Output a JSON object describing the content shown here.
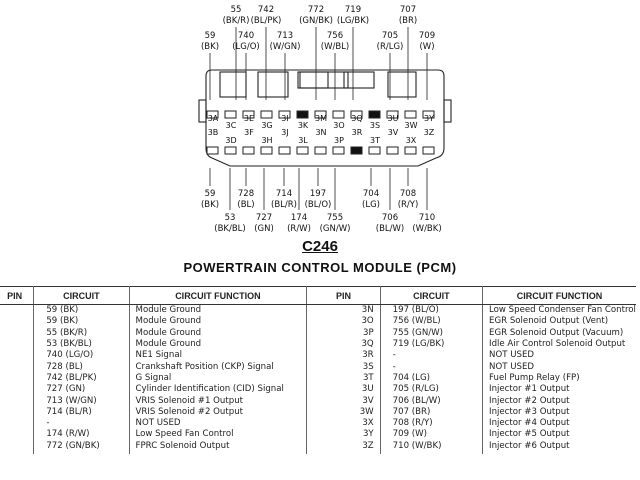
{
  "connector": {
    "code": "C246",
    "title": "POWERTRAIN CONTROL MODULE (PCM)",
    "top_wires": [
      {
        "num": "59",
        "color": "(BK)"
      },
      {
        "num": "55",
        "color": "(BK/R)"
      },
      {
        "num": "740",
        "color": "(LG/O)"
      },
      {
        "num": "742",
        "color": "(BL/PK)"
      },
      {
        "num": "713",
        "color": "(W/GN)"
      },
      {
        "num": "772",
        "color": "(GN/BK)"
      },
      {
        "num": "756",
        "color": "(W/BL)"
      },
      {
        "num": "719",
        "color": "(LG/BK)"
      },
      {
        "num": "705",
        "color": "(R/LG)"
      },
      {
        "num": "707",
        "color": "(BR)"
      },
      {
        "num": "709",
        "color": "(W)"
      }
    ],
    "bottom_wires": [
      {
        "num": "59",
        "color": "(BK)"
      },
      {
        "num": "53",
        "color": "(BK/BL)"
      },
      {
        "num": "728",
        "color": "(BL)"
      },
      {
        "num": "727",
        "color": "(GN)"
      },
      {
        "num": "714",
        "color": "(BL/R)"
      },
      {
        "num": "174",
        "color": "(R/W)"
      },
      {
        "num": "197",
        "color": "(BL/O)"
      },
      {
        "num": "755",
        "color": "(GN/W)"
      },
      {
        "num": "704",
        "color": "(LG)"
      },
      {
        "num": "706",
        "color": "(BL/W)"
      },
      {
        "num": "708",
        "color": "(R/Y)"
      },
      {
        "num": "710",
        "color": "(W/BK)"
      }
    ],
    "row1_pins": [
      "3A",
      "3C",
      "3E",
      "3G",
      "3I",
      "3K",
      "3M",
      "3O",
      "3Q",
      "3S",
      "3U",
      "3W",
      "3Y"
    ],
    "row2_pins": [
      "3B",
      "3D",
      "3F",
      "3H",
      "3J",
      "3L",
      "3N",
      "3P",
      "3R",
      "3T",
      "3V",
      "3X",
      "3Z"
    ]
  },
  "table": {
    "headers": [
      "PIN",
      "CIRCUIT",
      "CIRCUIT FUNCTION",
      "PIN",
      "CIRCUIT",
      "CIRCUIT FUNCTION"
    ],
    "left": [
      {
        "circuit": "59 (BK)",
        "function": "Module Ground"
      },
      {
        "circuit": "59 (BK)",
        "function": "Module Ground"
      },
      {
        "circuit": "55 (BK/R)",
        "function": "Module Ground"
      },
      {
        "circuit": "53 (BK/BL)",
        "function": "Module Ground"
      },
      {
        "circuit": "740 (LG/O)",
        "function": "NE1 Signal"
      },
      {
        "circuit": "728 (BL)",
        "function": "Crankshaft Position (CKP) Signal"
      },
      {
        "circuit": "742 (BL/PK)",
        "function": "G Signal"
      },
      {
        "circuit": "727 (GN)",
        "function": "Cylinder Identification (CID) Signal"
      },
      {
        "circuit": "713 (W/GN)",
        "function": "VRIS Solenoid #1 Output"
      },
      {
        "circuit": "714 (BL/R)",
        "function": "VRIS Solenoid #2 Output"
      },
      {
        "circuit": "-",
        "function": "NOT USED"
      },
      {
        "circuit": "174 (R/W)",
        "function": "Low Speed Fan Control"
      },
      {
        "circuit": "772 (GN/BK)",
        "function": "FPRC Solenoid Output"
      }
    ],
    "right": [
      {
        "pin": "3N",
        "circuit": "197 (BL/O)",
        "function": "Low Speed Condenser Fan Control"
      },
      {
        "pin": "3O",
        "circuit": "756 (W/BL)",
        "function": "EGR Solenoid Output (Vent)"
      },
      {
        "pin": "3P",
        "circuit": "755 (GN/W)",
        "function": "EGR Solenoid Output (Vacuum)"
      },
      {
        "pin": "3Q",
        "circuit": "719 (LG/BK)",
        "function": "Idle Air Control Solenoid Output"
      },
      {
        "pin": "3R",
        "circuit": "-",
        "function": "NOT USED"
      },
      {
        "pin": "3S",
        "circuit": "-",
        "function": "NOT USED"
      },
      {
        "pin": "3T",
        "circuit": "704 (LG)",
        "function": "Fuel Pump Relay (FP)"
      },
      {
        "pin": "3U",
        "circuit": "705 (R/LG)",
        "function": "Injector #1 Output"
      },
      {
        "pin": "3V",
        "circuit": "706 (BL/W)",
        "function": "Injector #2 Output"
      },
      {
        "pin": "3W",
        "circuit": "707 (BR)",
        "function": "Injector #3 Output"
      },
      {
        "pin": "3X",
        "circuit": "708 (R/Y)",
        "function": "Injector #4 Output"
      },
      {
        "pin": "3Y",
        "circuit": "709 (W)",
        "function": "Injector #5 Output"
      },
      {
        "pin": "3Z",
        "circuit": "710 (W/BK)",
        "function": "Injector #6 Output"
      }
    ]
  }
}
